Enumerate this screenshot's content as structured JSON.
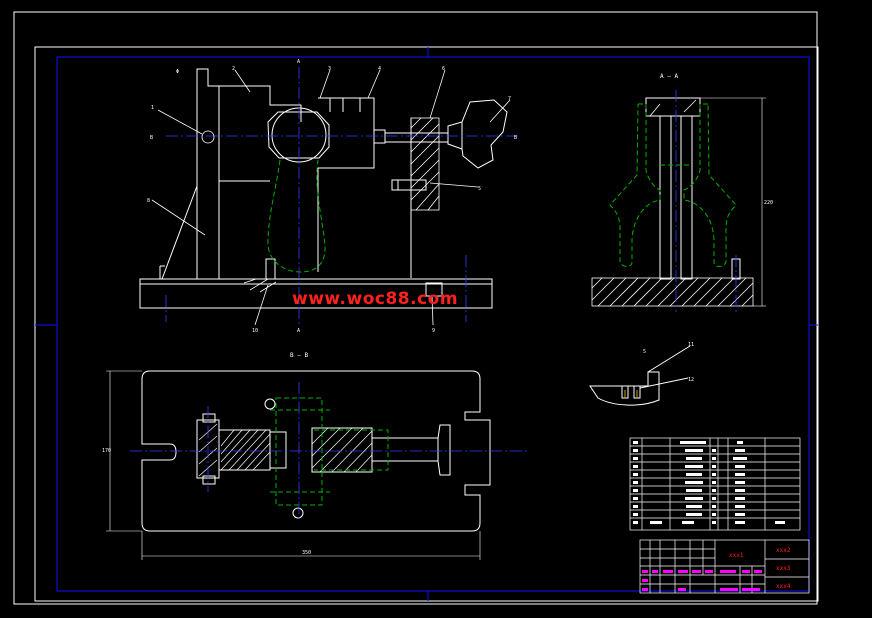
{
  "watermark": "www.woc88.com",
  "colors": {
    "background": "#000000",
    "outline": "#ffffff",
    "frame": "#0000ff",
    "center": "#3a3aff",
    "hidden": "#00b000",
    "title_red": "#ff2020",
    "title_magenta": "#ff00ff"
  },
  "views": {
    "section_aa": "A – A",
    "section_bb": "B – B"
  },
  "title_block": {
    "cells": [
      "xxx1",
      "xxx2",
      "xxx3",
      "xxx4"
    ]
  }
}
